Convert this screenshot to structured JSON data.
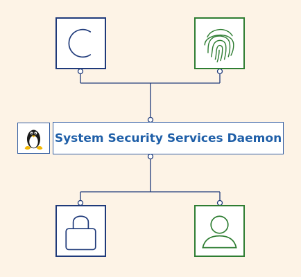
{
  "diagram": {
    "center_label": "System Security Services Daemon",
    "nodes": [
      {
        "id": "top-left",
        "icon": "c-letter-icon",
        "color": "#1f3a7a"
      },
      {
        "id": "top-right",
        "icon": "fingerprint-icon",
        "color": "#2e7d32"
      },
      {
        "id": "bottom-left",
        "icon": "padlock-icon",
        "color": "#1f3a7a"
      },
      {
        "id": "bottom-right",
        "icon": "user-icon",
        "color": "#2e7d32"
      }
    ],
    "logo_icon": "tux-penguin-icon",
    "colors": {
      "background": "#fdf3e6",
      "label_text": "#1f5fa8",
      "connector": "#1f3a7a"
    }
  }
}
